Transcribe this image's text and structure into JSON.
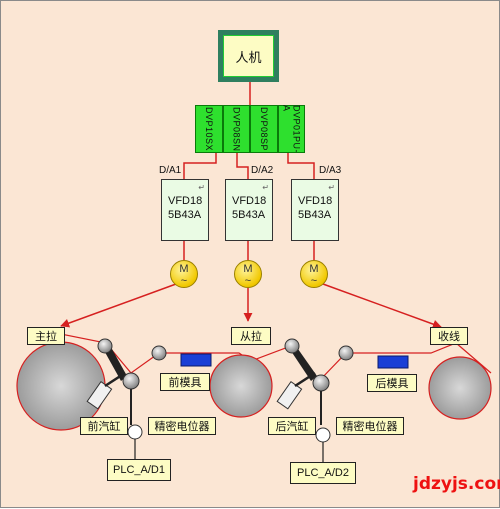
{
  "hmi": {
    "label": "人机"
  },
  "plc": {
    "modules": [
      "DVP10SX",
      "DVP08SN",
      "DVP08SP",
      "DVP01PU-A"
    ]
  },
  "analog_outputs": [
    "D/A1",
    "D/A2",
    "D/A3"
  ],
  "drives": [
    {
      "line1": "VFD18",
      "line2": "5B43A"
    },
    {
      "line1": "VFD18",
      "line2": "5B43A"
    },
    {
      "line1": "VFD18",
      "line2": "5B43A"
    }
  ],
  "motor_label": "M",
  "rollers": {
    "main": "主拉",
    "secondary": "从拉",
    "winding": "收线"
  },
  "molds": {
    "front": "前模具",
    "rear": "后模具"
  },
  "cylinders": {
    "front": "前汽缸",
    "rear": "后汽缸"
  },
  "potentiometers": {
    "front": "精密电位器",
    "rear": "精密电位器"
  },
  "plc_inputs": {
    "first": "PLC_A/D1",
    "second": "PLC_A/D2"
  },
  "watermark": "jdzyjs.com",
  "colors": {
    "plc": "#2ee02e",
    "motor": "#f1c800",
    "wire": "#d62020",
    "mold": "#1a3fd6",
    "label": "#fdfcc4"
  }
}
